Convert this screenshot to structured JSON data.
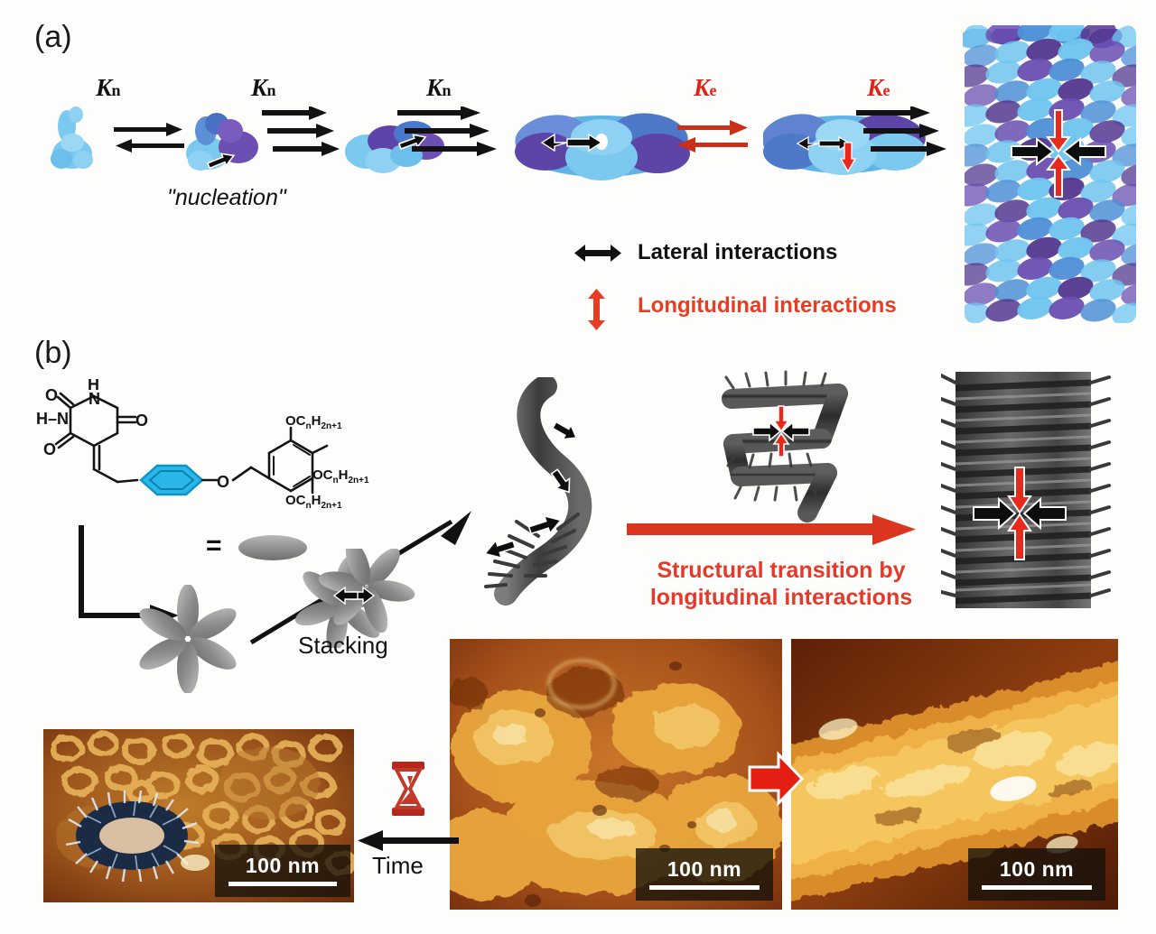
{
  "figure": {
    "background": "#fdfdfc",
    "panels": [
      {
        "id": "a",
        "label": "(a)"
      },
      {
        "id": "b",
        "label": "(b)"
      }
    ]
  },
  "panel_a": {
    "label": "(a)",
    "nucleation_caption": "\"nucleation\"",
    "steps": [
      {
        "id": "k1",
        "label": "K",
        "sub": "n",
        "color": "#121212",
        "arrow_type": "equilibrium",
        "arrow_color": "#121212"
      },
      {
        "id": "k2",
        "label": "K",
        "sub": "n",
        "color": "#121212",
        "arrow_type": "triple-forward",
        "arrow_color": "#121212"
      },
      {
        "id": "k3",
        "label": "K",
        "sub": "n",
        "color": "#121212",
        "arrow_type": "triple-forward",
        "arrow_color": "#121212"
      },
      {
        "id": "k4",
        "label": "K",
        "sub": "e",
        "color": "#e02314",
        "arrow_type": "equilibrium",
        "arrow_color": "#c9301c"
      },
      {
        "id": "k5",
        "label": "K",
        "sub": "e",
        "color": "#e02314",
        "arrow_type": "triple-forward",
        "arrow_color": "#121212"
      }
    ],
    "legend": [
      {
        "id": "lateral",
        "icon": "double-headed-horizontal-arrow-icon",
        "text": "Lateral interactions",
        "color": "#111111"
      },
      {
        "id": "longitudinal",
        "icon": "double-headed-vertical-arrow-icon",
        "text": "Longitudinal interactions",
        "color": "#ea3b23"
      }
    ],
    "assembly_colors": {
      "light_blue": "#6ec4ef",
      "mid_blue": "#4e8fd6",
      "purple": "#6a4fb0",
      "deep_purple": "#53378f"
    }
  },
  "panel_b": {
    "label": "(b)",
    "molecule": {
      "name": "barbiturate-gallate amphiphile",
      "atom_labels": [
        "O",
        "H",
        "N",
        "H",
        "N",
        "O",
        "O",
        "O"
      ],
      "tail_labels": [
        "OCnH2n+1",
        "OCnH2n+1",
        "OCnH2n+1"
      ],
      "tail_label_parts": {
        "prefix": "OC",
        "sub1": "n",
        "mid": "H",
        "sub2": "2n+1"
      },
      "aromatic_ring_color": "#29b6e8"
    },
    "equals_symbol": "=",
    "stacking_label": "Stacking",
    "transition_text_line1": "Structural transition by",
    "transition_text_line2": "longitudinal interactions",
    "transition_arrow_color": "#d9351f",
    "rosette_color": "#8a8a8a",
    "fiber_color": "#4a4a4a"
  },
  "afm_images": [
    {
      "id": "afm-left-toroid",
      "scalebar": "100 nm",
      "description": "toroidal rings with model inset"
    },
    {
      "id": "afm-middle-sheet",
      "scalebar": "100 nm",
      "description": "branched sheet-like assemblies"
    },
    {
      "id": "afm-right-bundle",
      "scalebar": "100 nm",
      "description": "thick fibrous bundle"
    }
  ],
  "time_arrow": {
    "label": "Time",
    "icon": "hourglass-icon",
    "icon_color": "#c0392b",
    "direction": "left"
  },
  "red_transition_arrow": {
    "id": "afm-transition-arrow",
    "color": "#e31f13",
    "direction": "right"
  }
}
